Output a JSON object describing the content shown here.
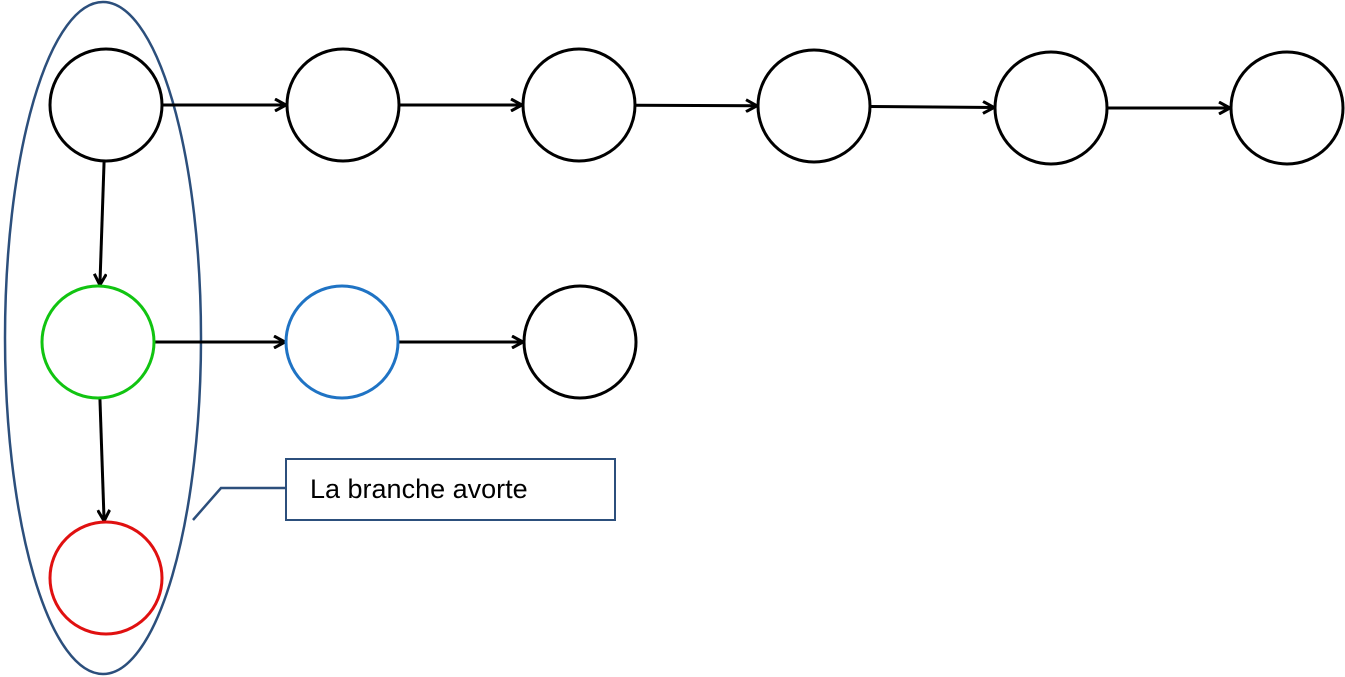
{
  "diagram": {
    "callout": {
      "text": "La branche avorte"
    },
    "colors": {
      "default_node": "#000000",
      "aborted_branch_start": "#11c411",
      "branch_node": "#1f73c4",
      "aborted_node": "#e01010",
      "highlight_ellipse": "#2c4f7c",
      "arrow": "#000000"
    },
    "nodes": [
      {
        "id": "n1",
        "status": "default"
      },
      {
        "id": "n2",
        "status": "default"
      },
      {
        "id": "n3",
        "status": "default"
      },
      {
        "id": "n4",
        "status": "default"
      },
      {
        "id": "n5",
        "status": "default"
      },
      {
        "id": "n6",
        "status": "default"
      },
      {
        "id": "b1",
        "status": "aborted_branch_start"
      },
      {
        "id": "b2",
        "status": "branch_node"
      },
      {
        "id": "b3",
        "status": "default"
      },
      {
        "id": "a1",
        "status": "aborted_node"
      }
    ],
    "edges": [
      [
        "n1",
        "n2"
      ],
      [
        "n2",
        "n3"
      ],
      [
        "n3",
        "n4"
      ],
      [
        "n4",
        "n5"
      ],
      [
        "n5",
        "n6"
      ],
      [
        "n1",
        "b1"
      ],
      [
        "b1",
        "b2"
      ],
      [
        "b2",
        "b3"
      ],
      [
        "b1",
        "a1"
      ]
    ]
  }
}
